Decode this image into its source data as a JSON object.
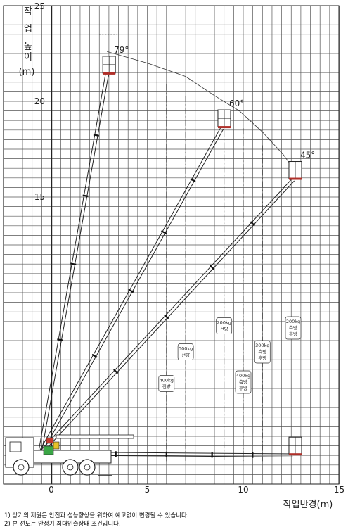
{
  "chart_data": {
    "type": "line",
    "title": "",
    "xlabel": "작업반경(m)",
    "ylabel": [
      "작",
      "업",
      "높",
      "이",
      "(m)"
    ],
    "xlim": [
      -2.5,
      15
    ],
    "ylim": [
      0,
      25
    ],
    "x_ticks": [
      0,
      5,
      10,
      15
    ],
    "y_ticks": [
      15,
      20,
      25
    ],
    "grid": true,
    "boom_angles": [
      {
        "label": "79°",
        "tip": [
          2.9,
          21.4
        ]
      },
      {
        "label": "60°",
        "tip": [
          8.9,
          18.6
        ]
      },
      {
        "label": "45°",
        "tip": [
          12.6,
          15.9
        ]
      },
      {
        "label": "",
        "tip": [
          12.6,
          1.5
        ]
      }
    ],
    "pivot": [
      -0.6,
      1.6
    ],
    "envelope": [
      [
        2.9,
        22.6
      ],
      [
        5,
        22.0
      ],
      [
        7,
        21.3
      ],
      [
        8.5,
        20.3
      ],
      [
        9.8,
        19.5
      ],
      [
        11,
        18.4
      ],
      [
        12.1,
        17.2
      ],
      [
        12.6,
        16.5
      ]
    ],
    "load_zones": [
      {
        "x": 6.0,
        "y_top": 20.9,
        "label": [
          "400kg",
          "전방"
        ]
      },
      {
        "x": 7.0,
        "y_top": 20.3,
        "label": [
          "300kg",
          "전방"
        ]
      },
      {
        "x": 9.0,
        "y_top": 19.1,
        "label": [
          "200kg",
          "전방"
        ]
      },
      {
        "x": 10.0,
        "y_top": 18.6,
        "label": [
          "400kg",
          "측방",
          "후방"
        ]
      },
      {
        "x": 11.0,
        "y_top": 17.7,
        "label": [
          "300kg",
          "측방",
          "후방"
        ]
      },
      {
        "x": 12.6,
        "y_top": 16.0,
        "label": [
          "200kg",
          "측방",
          "후방"
        ]
      }
    ]
  },
  "notes": [
    "1) 상기의 제원은 안전과 성능향상을 위하여 예고없이 변경될 수 있습니다.",
    "2) 본 선도는 안정기 최대인출상태 조건입니다."
  ]
}
